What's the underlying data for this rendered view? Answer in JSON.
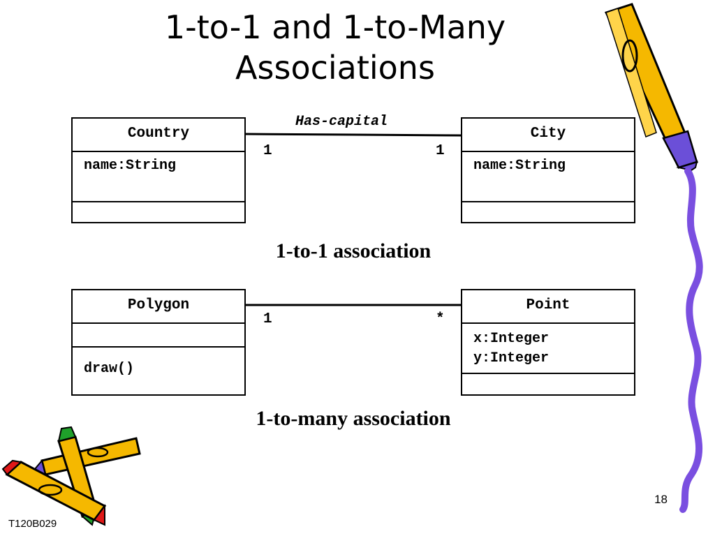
{
  "slide": {
    "title_line1": "1-to-1 and 1-to-Many",
    "title_line2": "Associations",
    "slide_number": "18",
    "footer_code": "T120B029"
  },
  "diagram_one_to_one": {
    "association_name": "Has-capital",
    "left_class": {
      "name": "Country",
      "attributes": [
        "name:String"
      ],
      "operations": []
    },
    "right_class": {
      "name": "City",
      "attributes": [
        "name:String"
      ],
      "operations": []
    },
    "left_multiplicity": "1",
    "right_multiplicity": "1",
    "caption": "1-to-1 association"
  },
  "diagram_one_to_many": {
    "left_class": {
      "name": "Polygon",
      "attributes": [],
      "operations": [
        "draw()"
      ]
    },
    "right_class": {
      "name": "Point",
      "attributes": [
        "x:Integer",
        "y:Integer"
      ],
      "operations": []
    },
    "left_multiplicity": "1",
    "right_multiplicity": "*",
    "caption": "1-to-many association"
  },
  "colors": {
    "pencil_body": "#f5b800",
    "pencil_tip": "#6b4fd8",
    "pencil_eraser_red": "#e01818",
    "pencil_eraser_green": "#1fa02a",
    "squiggle": "#7a4fe0"
  }
}
